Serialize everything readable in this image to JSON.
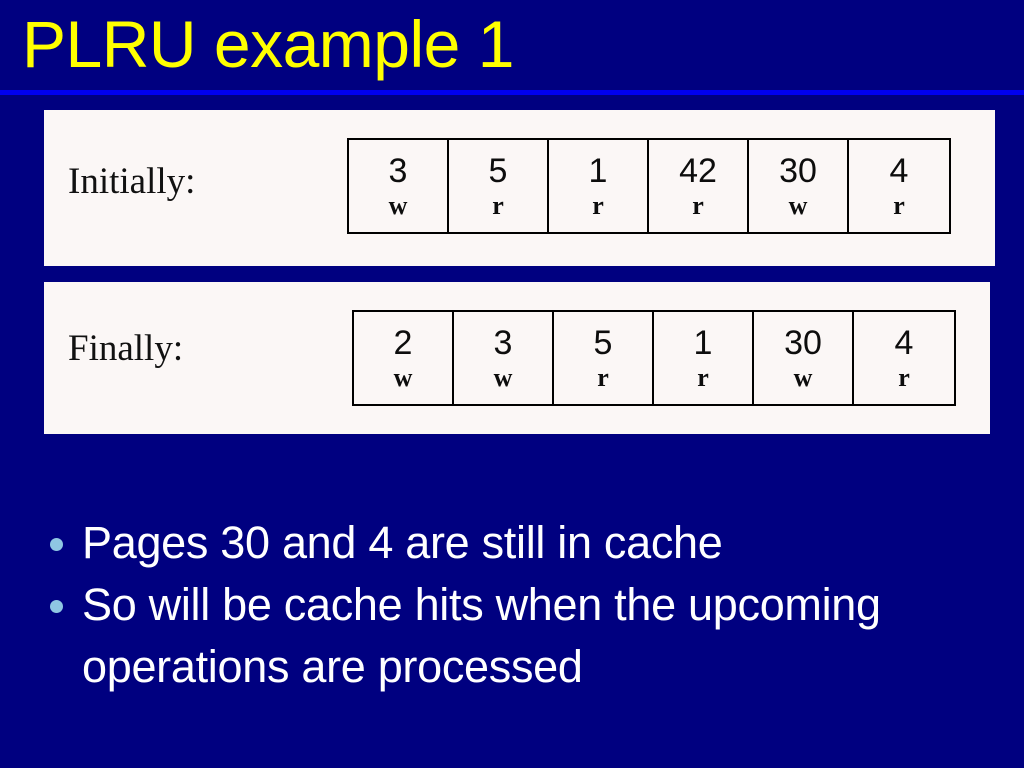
{
  "slide": {
    "title": "PLRU example 1",
    "colors": {
      "background": "#000080",
      "title_text": "#ffff00",
      "title_rule": "#0000ee",
      "panel_background": "#fbf7f6",
      "body_text": "#ffffff",
      "bullet_marker": "#8fc6e3",
      "cell_border": "#000000",
      "cell_text": "#0d0d0d"
    }
  },
  "rows": [
    {
      "label": "Initially:",
      "cells": [
        {
          "page": "3",
          "op": "w"
        },
        {
          "page": "5",
          "op": "r"
        },
        {
          "page": "1",
          "op": "r"
        },
        {
          "page": "42",
          "op": "r"
        },
        {
          "page": "30",
          "op": "w"
        },
        {
          "page": "4",
          "op": "r"
        }
      ]
    },
    {
      "label": "Finally:",
      "cells": [
        {
          "page": "2",
          "op": "w"
        },
        {
          "page": "3",
          "op": "w"
        },
        {
          "page": "5",
          "op": "r"
        },
        {
          "page": "1",
          "op": "r"
        },
        {
          "page": "30",
          "op": "w"
        },
        {
          "page": "4",
          "op": "r"
        }
      ]
    }
  ],
  "bullets": [
    {
      "text": "Pages 30 and 4 are still in cache"
    },
    {
      "text": "So will be cache hits when the upcoming operations are processed"
    }
  ]
}
